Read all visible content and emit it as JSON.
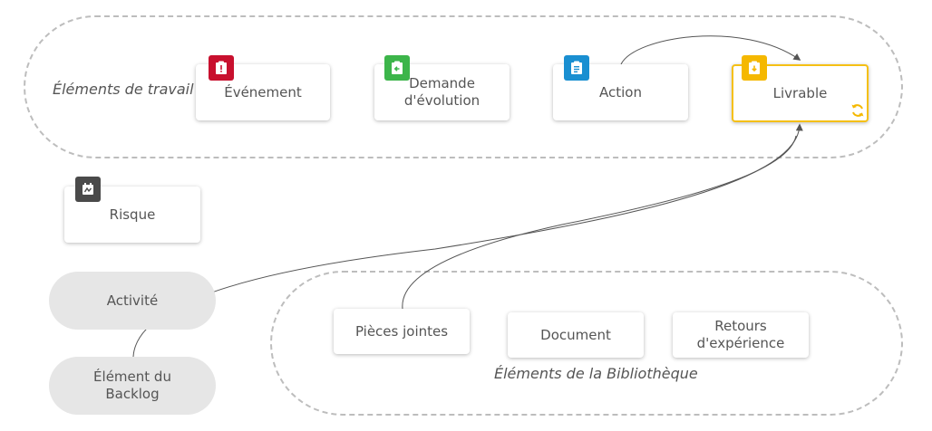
{
  "groups": {
    "work_items": {
      "label": "Éléments de travail"
    },
    "library": {
      "label": "Éléments de la Bibliothèque"
    }
  },
  "cards": {
    "evenement": {
      "label": "Événement",
      "badge_color": "#c8102e",
      "icon": "alert-clipboard-icon"
    },
    "demande": {
      "label": "Demande\nd'évolution",
      "badge_color": "#3cb54a",
      "icon": "back-arrow-clipboard-icon"
    },
    "action": {
      "label": "Action",
      "badge_color": "#1a8fd1",
      "icon": "list-clipboard-icon"
    },
    "livrable": {
      "label": "Livrable",
      "badge_color": "#f5b800",
      "icon": "download-clipboard-icon",
      "border_color": "#f5c014"
    },
    "risque": {
      "label": "Risque",
      "badge_color": "#4a4a4a",
      "icon": "risk-icon"
    },
    "pieces": {
      "label": "Pièces jointes"
    },
    "document": {
      "label": "Document"
    },
    "retours": {
      "label": "Retours\nd'expérience"
    }
  },
  "pills": {
    "activite": {
      "label": "Activité"
    },
    "backlog": {
      "label": "Élément du\nBacklog"
    }
  },
  "colors": {
    "dashed_border": "#bdbdbd",
    "connector": "#555555",
    "selected_border": "#f5c014",
    "refresh_icon": "#f5b800"
  }
}
